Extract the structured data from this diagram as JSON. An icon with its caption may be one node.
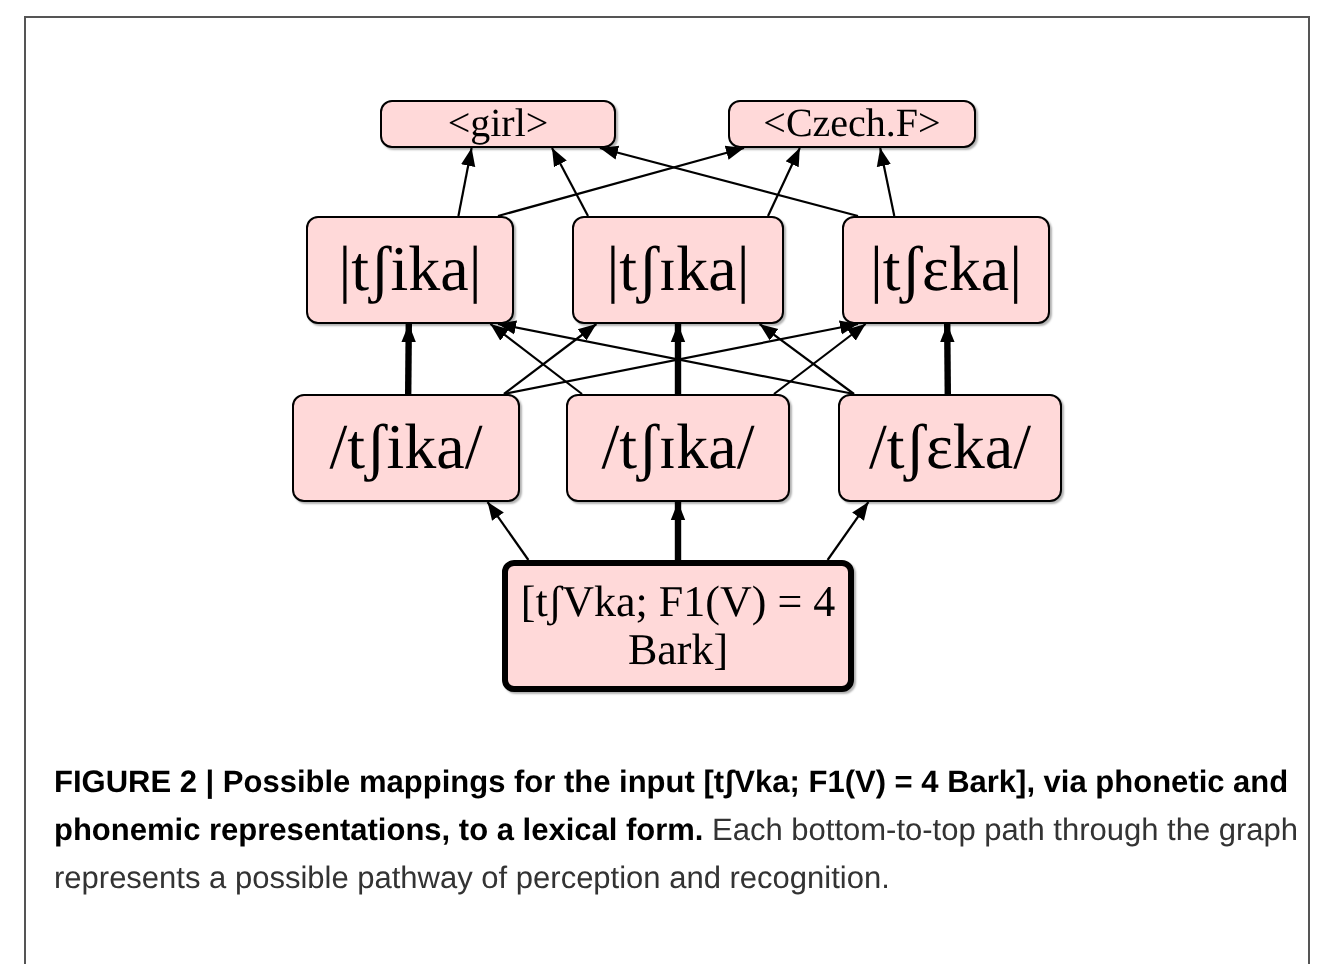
{
  "diagram": {
    "caption": "**FIGURE 2 | Possible mappings for the input [tʃVka; F1(V) = 4 Bark], via phonetic and phonemic representations, to a lexical form.** Each bottom-to-top path through the graph represents a possible pathway of perception and recognition.",
    "nodes": [
      {
        "text": [
          "<girl>"
        ]
      },
      {
        "text": [
          "<Czech.F>"
        ]
      },
      {
        "text": [
          "|tʃika|"
        ]
      },
      {
        "text": [
          "|tʃɪka|"
        ]
      },
      {
        "text": [
          "|tʃɛka|"
        ]
      },
      {
        "text": [
          "/tʃika/"
        ]
      },
      {
        "text": [
          "/tʃɪka/"
        ]
      },
      {
        "text": [
          "/tʃɛka/"
        ]
      },
      {
        "text": [
          "[tʃVka; F1(V) = 4 Bark]"
        ]
      }
    ],
    "edges": [
      {
        "from": 8,
        "to": 5,
        "arrow": "to"
      },
      {
        "from": 8,
        "to": 6,
        "arrow": "to",
        "style": "thick"
      },
      {
        "from": 8,
        "to": 7,
        "arrow": "to"
      },
      {
        "from": 5,
        "to": 2,
        "arrow": "to",
        "style": "thick"
      },
      {
        "from": 5,
        "to": 3,
        "arrow": "to"
      },
      {
        "from": 5,
        "to": 4,
        "arrow": "to"
      },
      {
        "from": 6,
        "to": 2,
        "arrow": "to"
      },
      {
        "from": 6,
        "to": 3,
        "arrow": "to",
        "style": "thick"
      },
      {
        "from": 6,
        "to": 4,
        "arrow": "to"
      },
      {
        "from": 7,
        "to": 2,
        "arrow": "to"
      },
      {
        "from": 7,
        "to": 3,
        "arrow": "to"
      },
      {
        "from": 7,
        "to": 4,
        "arrow": "to",
        "style": "thick"
      },
      {
        "from": 2,
        "to": 0,
        "arrow": "to"
      },
      {
        "from": 2,
        "to": 1,
        "arrow": "to"
      },
      {
        "from": 3,
        "to": 0,
        "arrow": "to"
      },
      {
        "from": 3,
        "to": 1,
        "arrow": "to"
      },
      {
        "from": 4,
        "to": 0,
        "arrow": "to"
      },
      {
        "from": 4,
        "to": 1,
        "arrow": "to"
      }
    ]
  }
}
